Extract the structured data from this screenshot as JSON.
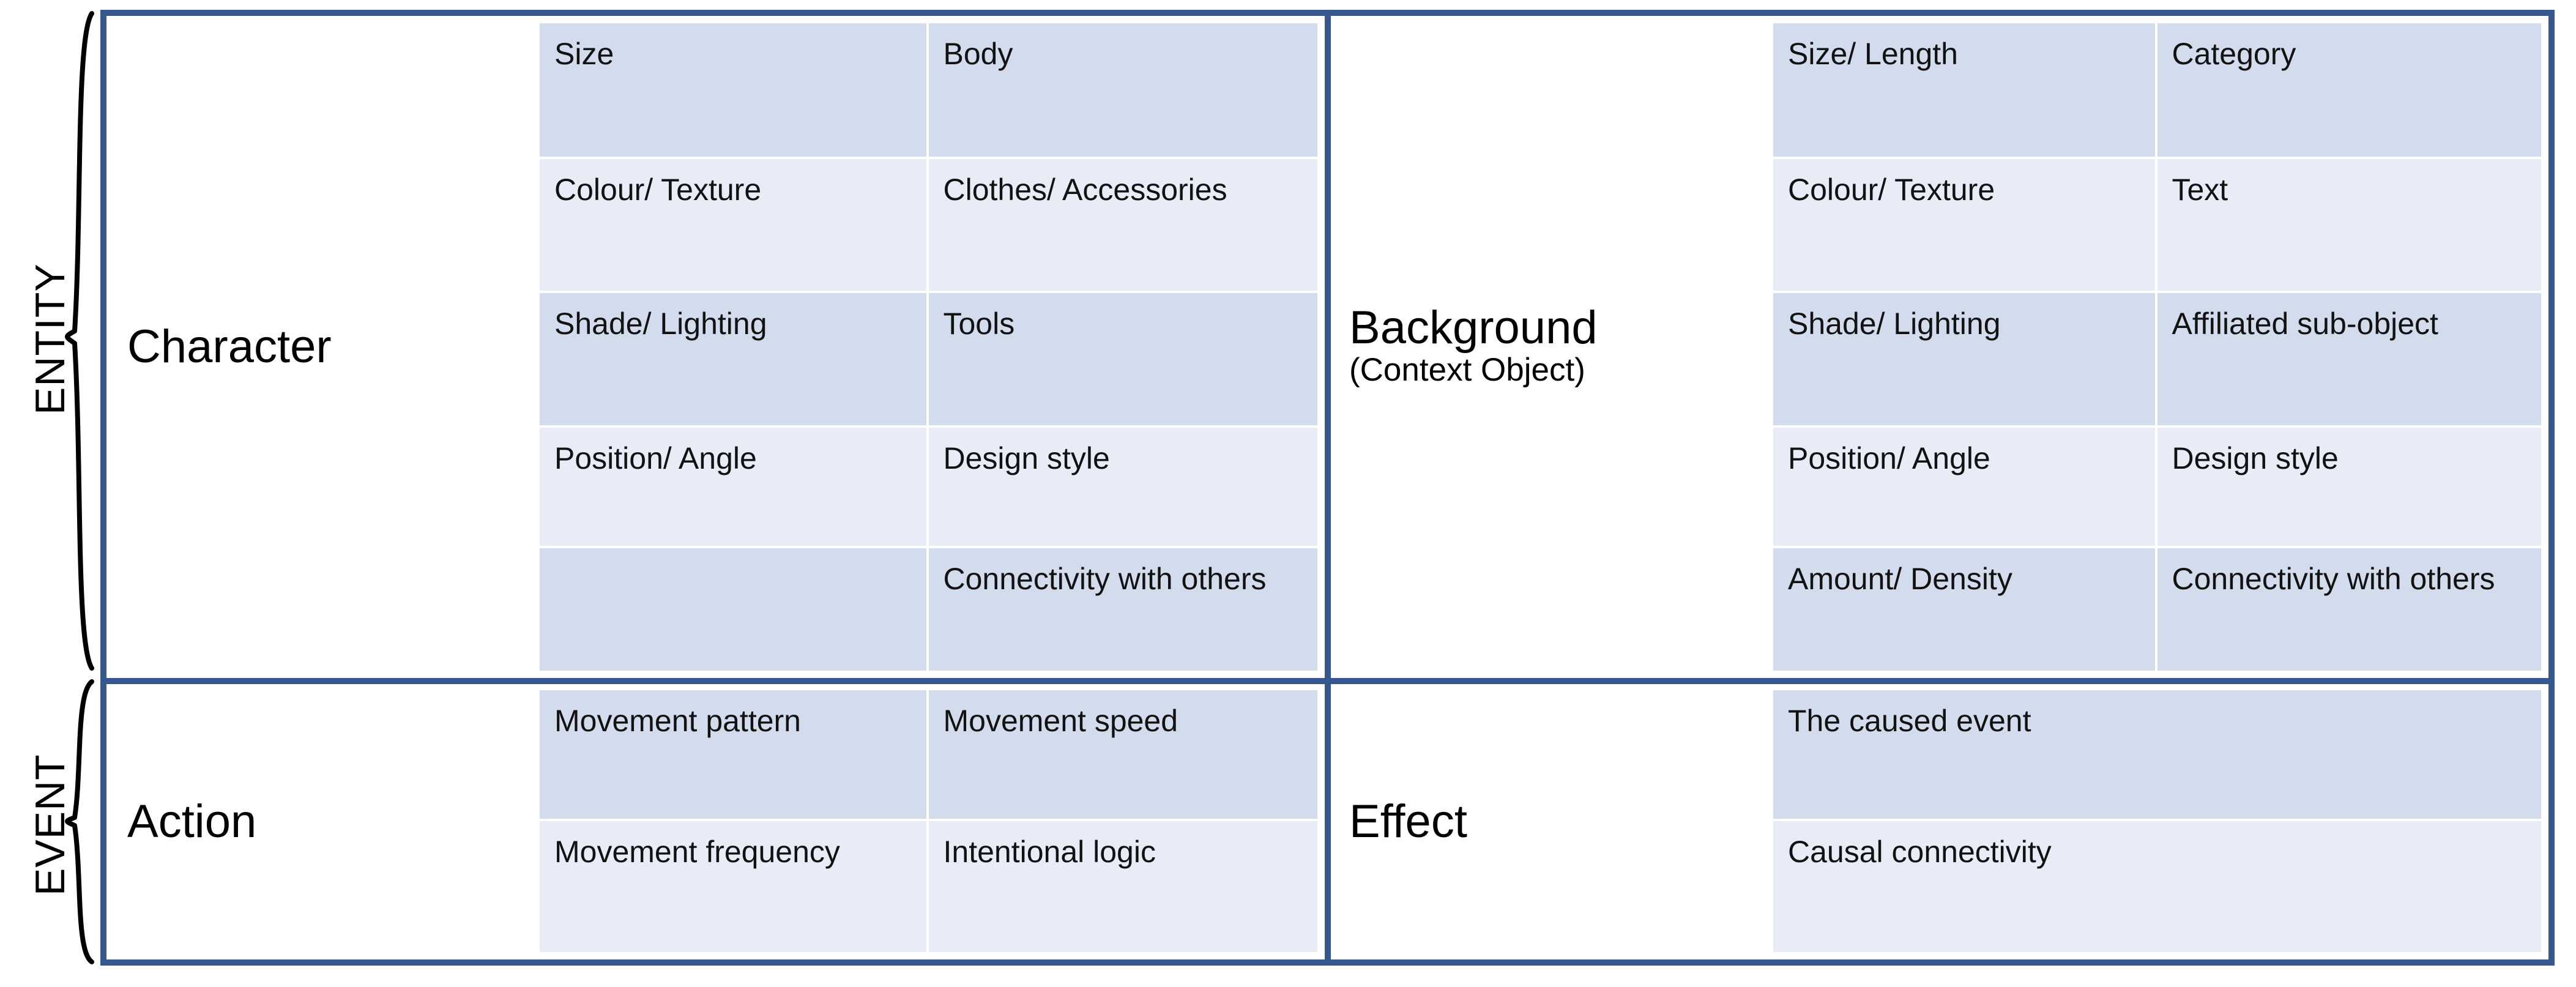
{
  "colors": {
    "border_blue": "#37588F",
    "row_shade_dark": "#D3DCEC",
    "row_shade_light": "#E8ECF6",
    "cell_gap": "#FFFFFF",
    "text": "#121212"
  },
  "axis": {
    "entity": "ENTITY",
    "event": "EVENT"
  },
  "blocks": {
    "character": {
      "title": "Character",
      "subtitle": "",
      "rows": [
        {
          "col1": "Size",
          "col2": "Body"
        },
        {
          "col1": "Colour/ Texture",
          "col2": "Clothes/ Accessories"
        },
        {
          "col1": "Shade/ Lighting",
          "col2": "Tools"
        },
        {
          "col1": "Position/ Angle",
          "col2": "Design style"
        },
        {
          "col1": "",
          "col2": "Connectivity with others"
        }
      ]
    },
    "background": {
      "title": "Background",
      "subtitle": "(Context Object)",
      "rows": [
        {
          "col1": "Size/ Length",
          "col2": "Category"
        },
        {
          "col1": "Colour/ Texture",
          "col2": "Text"
        },
        {
          "col1": "Shade/ Lighting",
          "col2": "Affiliated sub-object"
        },
        {
          "col1": "Position/ Angle",
          "col2": "Design style"
        },
        {
          "col1": "Amount/ Density",
          "col2": "Connectivity with others"
        }
      ]
    },
    "action": {
      "title": "Action",
      "subtitle": "",
      "rows": [
        {
          "col1": "Movement pattern",
          "col2": "Movement speed"
        },
        {
          "col1": "Movement frequency",
          "col2": "Intentional logic"
        }
      ]
    },
    "effect": {
      "title": "Effect",
      "subtitle": "",
      "rows": [
        {
          "col1": "The caused event"
        },
        {
          "col1": "Causal connectivity"
        }
      ]
    }
  }
}
